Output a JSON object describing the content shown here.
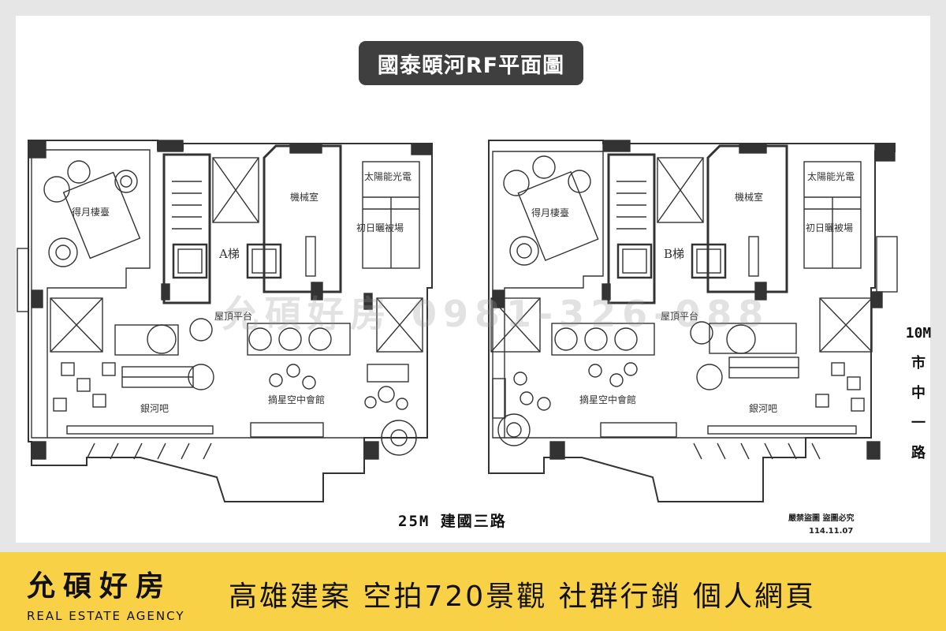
{
  "title": "國泰頤河RF平面圖",
  "watermark": "允碩好房 0981-326-088",
  "plan_left": {
    "rooftop_terrace": "得月棲臺",
    "machine_room": "機械室",
    "solar": "太陽能光電",
    "sunrise_plaza": "初日曬被場",
    "elevator": "A梯",
    "roof_platform": "屋頂平台",
    "sky_club": "摘星空中會館",
    "bar": "銀河吧"
  },
  "plan_right": {
    "rooftop_terrace": "得月棲臺",
    "machine_room": "機械室",
    "solar": "太陽能光電",
    "sunrise_plaza": "初日曬被場",
    "elevator": "B梯",
    "roof_platform": "屋頂平台",
    "sky_club": "摘星空中會館",
    "bar": "銀河吧"
  },
  "road_bottom": "25M 建國三路",
  "road_right": [
    "10M",
    "市",
    "中",
    "一",
    "路"
  ],
  "copyright": "嚴禁盜圖 盜圖必究",
  "date_code": "114.11.07",
  "footer": {
    "brand_name": "允碩好房",
    "brand_sub": "REAL ESTATE AGENCY",
    "services": "高雄建案 空拍720景觀 社群行銷 個人網頁"
  },
  "colors": {
    "title_bg": "#3f3f3f",
    "footer_bg": "#f8d146",
    "line": "#333333"
  }
}
